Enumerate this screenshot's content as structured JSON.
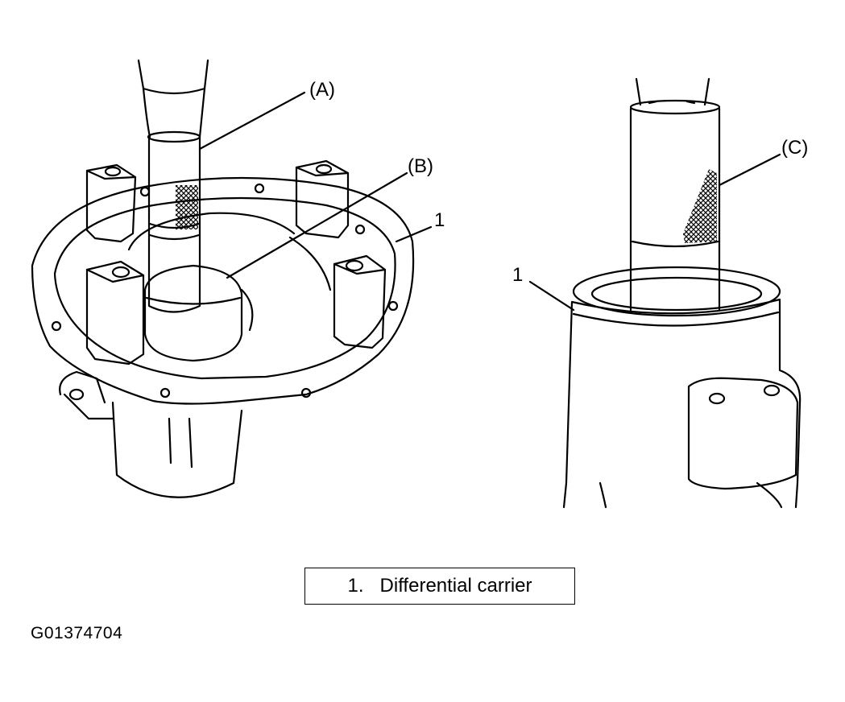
{
  "callouts": {
    "a": "(A)",
    "b": "(B)",
    "c": "(C)",
    "part1_left": "1",
    "part1_right": "1"
  },
  "legend": {
    "items": [
      {
        "number": "1.",
        "label": "Differential carrier"
      }
    ]
  },
  "figure_id": "G01374704",
  "colors": {
    "line": "#000000",
    "background": "#ffffff"
  }
}
